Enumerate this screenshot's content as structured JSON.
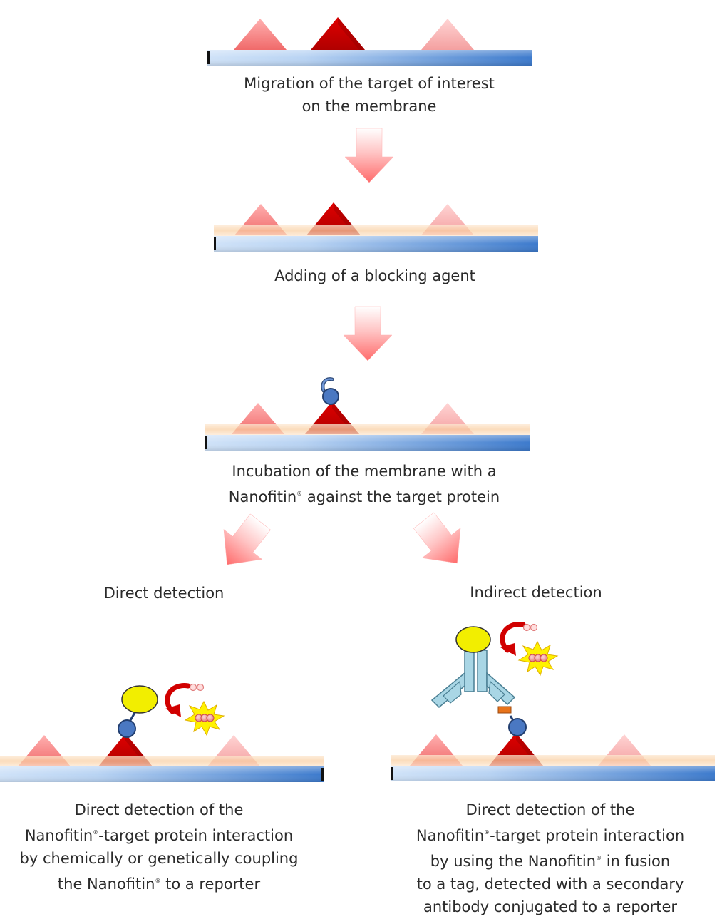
{
  "steps": {
    "migration": {
      "line1": "Migration of the target of interest",
      "line2": "on the membrane"
    },
    "blocking": {
      "line1": "Adding of a blocking agent"
    },
    "incubation": {
      "line1": "Incubation of the membrane with a",
      "line2_a": "Nanofitin",
      "line2_b": " against the target protein"
    }
  },
  "branches": {
    "direct": {
      "title": "Direct detection",
      "desc": {
        "line1": "Direct detection of the",
        "line2_a": "Nanofitin",
        "line2_b": "-target protein interaction",
        "line3": "by chemically or genetically coupling",
        "line4_a": "the Nanofitin",
        "line4_b": " to a reporter"
      }
    },
    "indirect": {
      "title": "Indirect detection",
      "desc": {
        "line1": "Direct detection of the",
        "line2_a": "Nanofitin",
        "line2_b": "-target protein interaction",
        "line3_a": "by using the Nanofitin",
        "line3_b": " in fusion",
        "line4": "to a tag, detected with a secondary",
        "line5": "antibody conjugated to a reporter"
      }
    }
  },
  "registered_mark": "®",
  "colors": {
    "target_dark": "#d10000",
    "target_light": "#f47c7c",
    "membrane_light": "#c5dcf7",
    "membrane_dark": "#3f7fcf",
    "blocking_layer": "#fbd9b5",
    "nanofitin": "#4a78c2",
    "reporter_enzyme": "#f2ee00",
    "antibody": "#a9d6e5",
    "tag": "#e8731a",
    "signal": "#ffe000",
    "arrow": "#ff8080"
  }
}
